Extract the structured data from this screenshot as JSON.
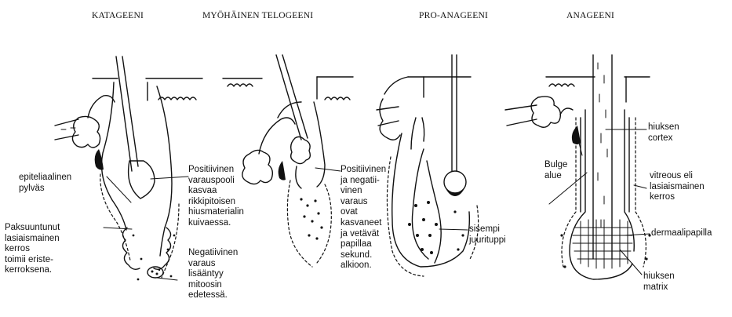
{
  "stages": [
    {
      "title": "KATAGEENI"
    },
    {
      "title": "MYÖHÄINEN TELOGEENI"
    },
    {
      "title": "PRO-ANAGEENI"
    },
    {
      "title": "ANAGEENI"
    }
  ],
  "labels": {
    "epithelial_column": "epiteliaalinen\npylväs",
    "thickened_glassy": "Paksuuntunut\nlasiaismainen\nkerros\ntoimii eriste-\nkerroksena.",
    "positive_pole": "Positiivinen\nvarauspooli\nkasvaa\nrikkipitoisen\nhiusmaterialin\nkuivaessa.",
    "negative_charge": "Negatiivinen\nvaraus\nlisääntyy\nmitoosin\nedetessä.",
    "pos_neg_charges": "Positiivinen\nja negatii-\nvinen\nvaraus\novat\nkasvaneet\nja vetävät\npapillaa\nsekund.\nalkioon.",
    "inner_root_sheath": "sisempi\njuurituppi",
    "bulge_area": "Bulge\nalue",
    "hair_cortex": "hiuksen\ncortex",
    "vitreous_layer": "vitreous eli\nlasiaismainen\nkerros",
    "dermal_papilla": "dermaalipapilla",
    "hair_matrix": "hiuksen\nmatrix"
  }
}
